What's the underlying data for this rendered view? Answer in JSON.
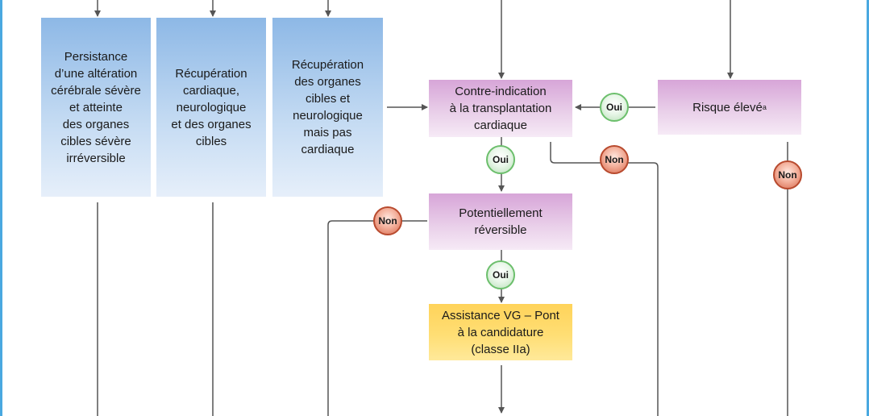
{
  "boxes": {
    "severe": "Persistance\nd’une altération\ncérébrale sévère\net atteinte\ndes organes\ncibles sévère\nirréversible",
    "recovery_full": "Récupération\ncardiaque,\nneurologique\net des organes\ncibles",
    "recovery_partial": "Récupération\ndes organes\ncibles et\nneurologique\nmais pas\ncardiaque",
    "contraindication": "Contre-indication\nà la transplantation\ncardiaque",
    "high_risk": "Risque élevé",
    "high_risk_note": "a",
    "reversible": "Potentiellement\nréversible",
    "lvad_bridge": "Assistance VG – Pont\nà la candidature\n(classe IIa)"
  },
  "badges": {
    "oui_high_risk": "Oui",
    "oui_contraindication": "Oui",
    "oui_reversible": "Oui",
    "non_contraindication": "Non",
    "non_high_risk": "Non",
    "non_reversible": "Non"
  },
  "colors": {
    "frame": "#4aa8e0",
    "box_blue": "#8db8e6",
    "box_pink": "#d7a5d8",
    "box_yellow": "#ffd35a",
    "connector": "#555555",
    "oui_badge": "#6cbf6c",
    "non_badge": "#b84a2e"
  }
}
